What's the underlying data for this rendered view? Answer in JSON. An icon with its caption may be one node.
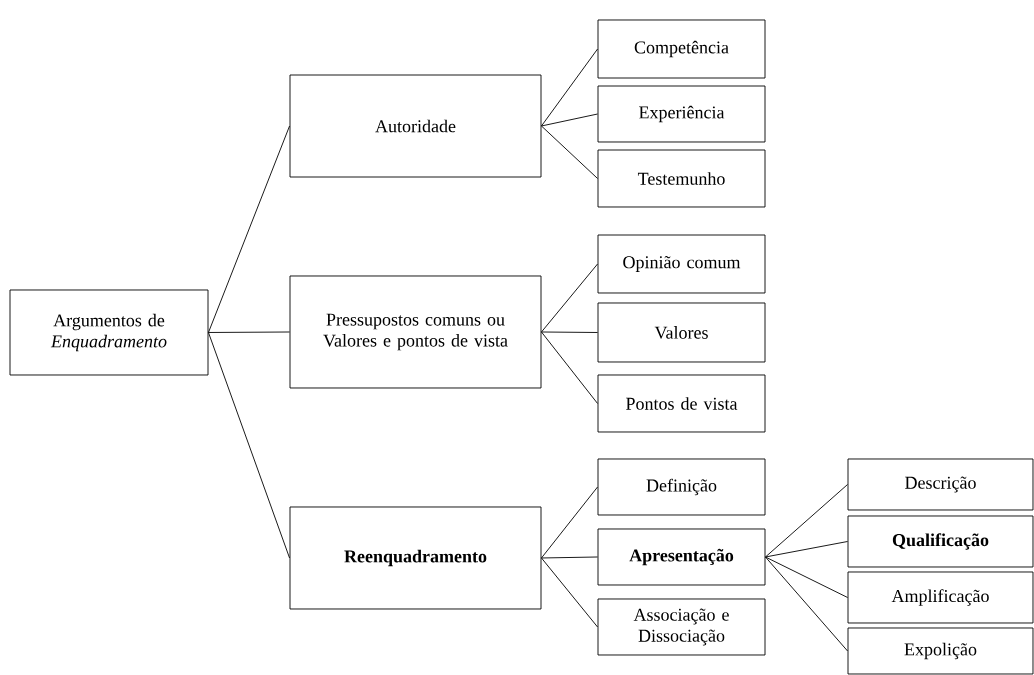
{
  "diagram": {
    "nodes": [
      {
        "text": [
          "Argumentos de *Enquadramento*"
        ]
      },
      {
        "text": [
          "Autoridade"
        ]
      },
      {
        "text": [
          "Pressupostos comuns ou Valores e pontos de vista"
        ]
      },
      {
        "text": [
          "Reenquadramento"
        ]
      },
      {
        "text": [
          "Competência"
        ]
      },
      {
        "text": [
          "Experiência"
        ]
      },
      {
        "text": [
          "Testemunho"
        ]
      },
      {
        "text": [
          "Opinião comum"
        ]
      },
      {
        "text": [
          "Valores"
        ]
      },
      {
        "text": [
          "Pontos de vista"
        ]
      },
      {
        "text": [
          "Definição"
        ]
      },
      {
        "text": [
          "Apresentação"
        ]
      },
      {
        "text": [
          "Associação e Dissociação"
        ]
      },
      {
        "text": [
          "Descrição"
        ]
      },
      {
        "text": [
          "Qualificação"
        ]
      },
      {
        "text": [
          "Amplificação"
        ]
      },
      {
        "text": [
          "Expolição"
        ]
      }
    ],
    "edges": [
      {
        "from": 0,
        "to": 1,
        "arrow": "none"
      },
      {
        "from": 0,
        "to": 2,
        "arrow": "none"
      },
      {
        "from": 0,
        "to": 3,
        "arrow": "none"
      },
      {
        "from": 1,
        "to": 4,
        "arrow": "none"
      },
      {
        "from": 1,
        "to": 5,
        "arrow": "none"
      },
      {
        "from": 1,
        "to": 6,
        "arrow": "none"
      },
      {
        "from": 2,
        "to": 7,
        "arrow": "none"
      },
      {
        "from": 2,
        "to": 8,
        "arrow": "none"
      },
      {
        "from": 2,
        "to": 9,
        "arrow": "none"
      },
      {
        "from": 3,
        "to": 10,
        "arrow": "none"
      },
      {
        "from": 3,
        "to": 11,
        "arrow": "none"
      },
      {
        "from": 3,
        "to": 12,
        "arrow": "none"
      },
      {
        "from": 11,
        "to": 13,
        "arrow": "none"
      },
      {
        "from": 11,
        "to": 14,
        "arrow": "none"
      },
      {
        "from": 11,
        "to": 15,
        "arrow": "none"
      },
      {
        "from": 11,
        "to": 16,
        "arrow": "none"
      }
    ]
  }
}
